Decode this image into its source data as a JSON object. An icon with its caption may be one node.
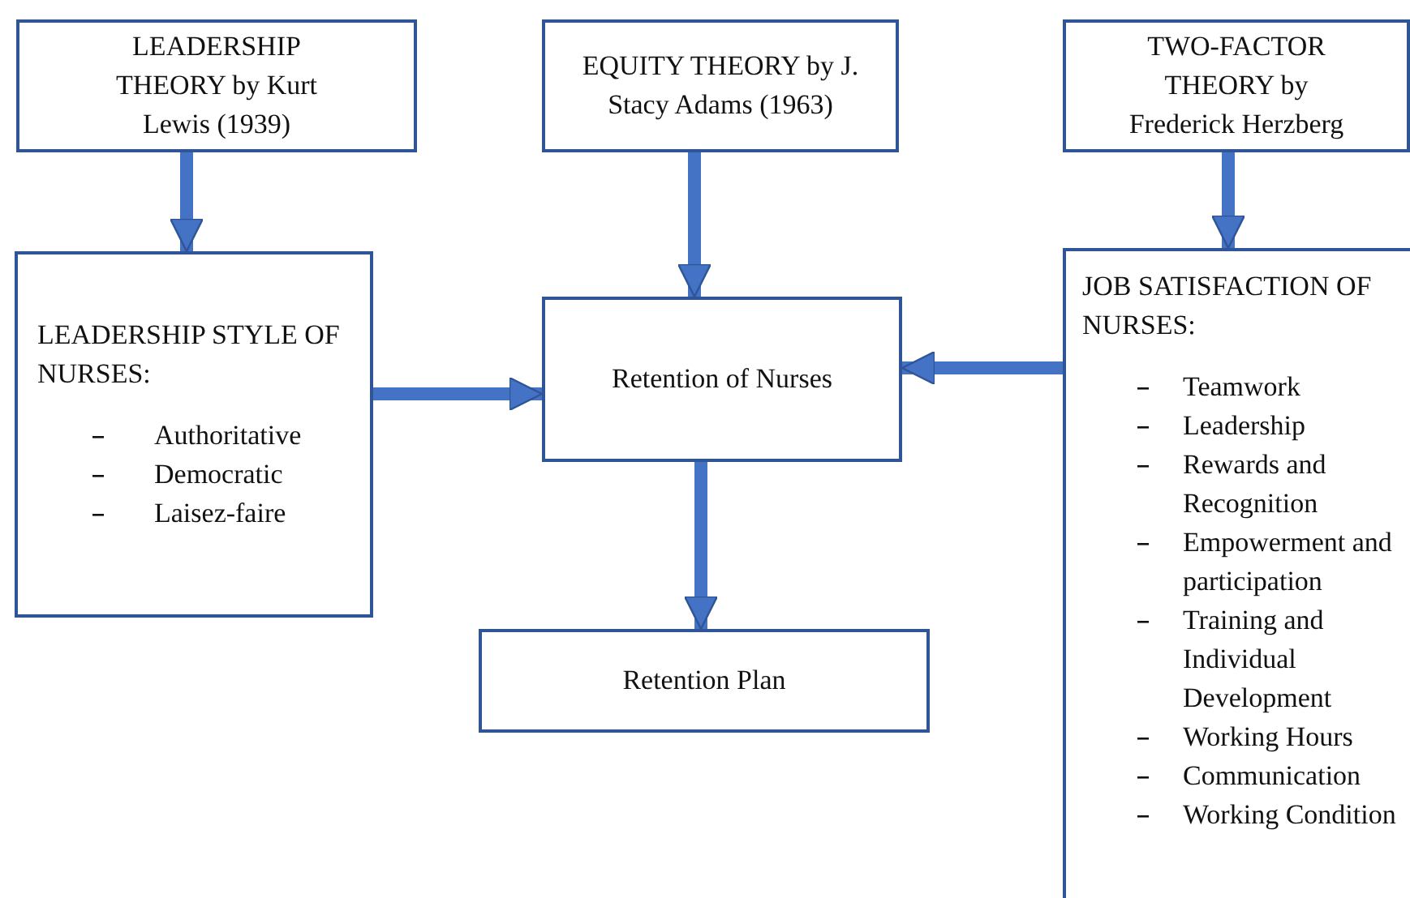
{
  "diagram": {
    "nodes": [
      {
        "text": [
          "LEADERSHIP THEORY by Kurt Lewis (1939)"
        ]
      },
      {
        "text": [
          "EQUITY THEORY by J. Stacy Adams (1963)"
        ]
      },
      {
        "text": [
          "TWO-FACTOR THEORY by Frederick Herzberg"
        ]
      },
      {
        "text": [
          "LEADERSHIP STYLE OF NURSES:",
          "Authoritative",
          "Democratic",
          "Laisez-faire"
        ]
      },
      {
        "text": [
          "Retention of Nurses"
        ]
      },
      {
        "text": [
          "JOB SATISFACTION OF NURSES:",
          "Teamwork",
          "Leadership",
          "Rewards and Recognition",
          "Empowerment and participation",
          "Training and Individual Development",
          "Working Hours",
          "Communication",
          "Working Condition"
        ]
      },
      {
        "text": [
          "Retention Plan"
        ]
      }
    ],
    "edges": [
      {
        "from": 0,
        "to": 3,
        "arrow": "to"
      },
      {
        "from": 1,
        "to": 4,
        "arrow": "to"
      },
      {
        "from": 2,
        "to": 5,
        "arrow": "to"
      },
      {
        "from": 3,
        "to": 4,
        "arrow": "to"
      },
      {
        "from": 5,
        "to": 4,
        "arrow": "to"
      },
      {
        "from": 4,
        "to": 6,
        "arrow": "to"
      }
    ]
  }
}
